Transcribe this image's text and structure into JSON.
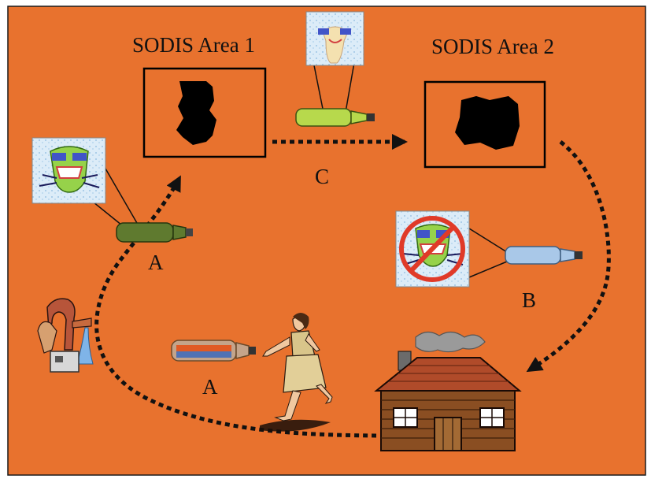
{
  "diagram": {
    "areas": [
      {
        "title": "SODIS Area 1"
      },
      {
        "title": "SODIS Area 2"
      }
    ],
    "path_labels": {
      "collect_left": "A",
      "collect_bottom": "A",
      "transfer": "C",
      "return": "B"
    },
    "icons": [
      "water-pump-icon",
      "woman-running-icon",
      "cabin-house-icon",
      "contaminated-bottle-icon",
      "microbe-icon",
      "no-microbe-icon",
      "clean-bottle-icon"
    ],
    "colors": {
      "background": "#e8722e",
      "area_shape": "#000000",
      "arrow": "#111111",
      "contaminated_bottle": "#5f7a2f",
      "transfer_bottle": "#b7d94c",
      "clean_bottle": "#a9c8e8"
    }
  }
}
